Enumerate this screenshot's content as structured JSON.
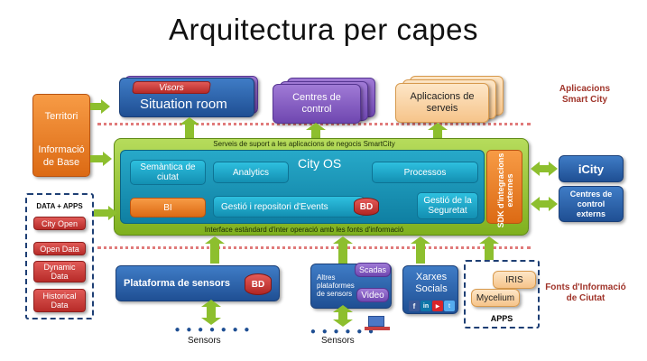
{
  "title": "Arquitectura per capes",
  "layers": {
    "top": "Aplicacions Smart City",
    "bottom": "Fonts d'Informació de Ciutat"
  },
  "apps": {
    "visors": "Visors",
    "situation_room": "Situation room",
    "centres_control": "Centres de control",
    "aplicacions_serveis": "Aplicacions de serveis"
  },
  "left": {
    "territori": "Territori",
    "informacio_base": "Informació de Base"
  },
  "core": {
    "top_bar": "Serveis de suport a les aplicacions de negocis SmartCity",
    "bottom_bar": "Interface estàndard d'inter operació amb les fonts d'informació",
    "city_os": "City OS",
    "semantica": "Semàntica de ciutat",
    "analytics": "Analytics",
    "processos": "Processos",
    "bi": "BI",
    "gestio_events": "Gestió i repositori d'Events",
    "bd": "BD",
    "gestio_seguretat": "Gestió de la Seguretat",
    "sdk": "SDK d'integracions externes"
  },
  "right": {
    "icity": "iCity",
    "centres_externs": "Centres de control externs"
  },
  "data_apps": {
    "header": "DATA + APPS",
    "items": [
      "City Open",
      "Open Data",
      "Dynamic Data",
      "Historical Data"
    ]
  },
  "sources": {
    "plataforma": "Plataforma de sensors",
    "bd": "BD",
    "altres": "Altres plataformes de sensors",
    "scadas": "Scadas",
    "video": "Video",
    "xarxes": "Xarxes Socials",
    "iris": "IRIS",
    "mycelium": "Mycelium",
    "apps": "APPS",
    "sensors": "Sensors"
  },
  "colors": {
    "accent_green": "#8dbf2e",
    "layer_text": "#a0342a",
    "primary_blue": "#1f4f93"
  }
}
